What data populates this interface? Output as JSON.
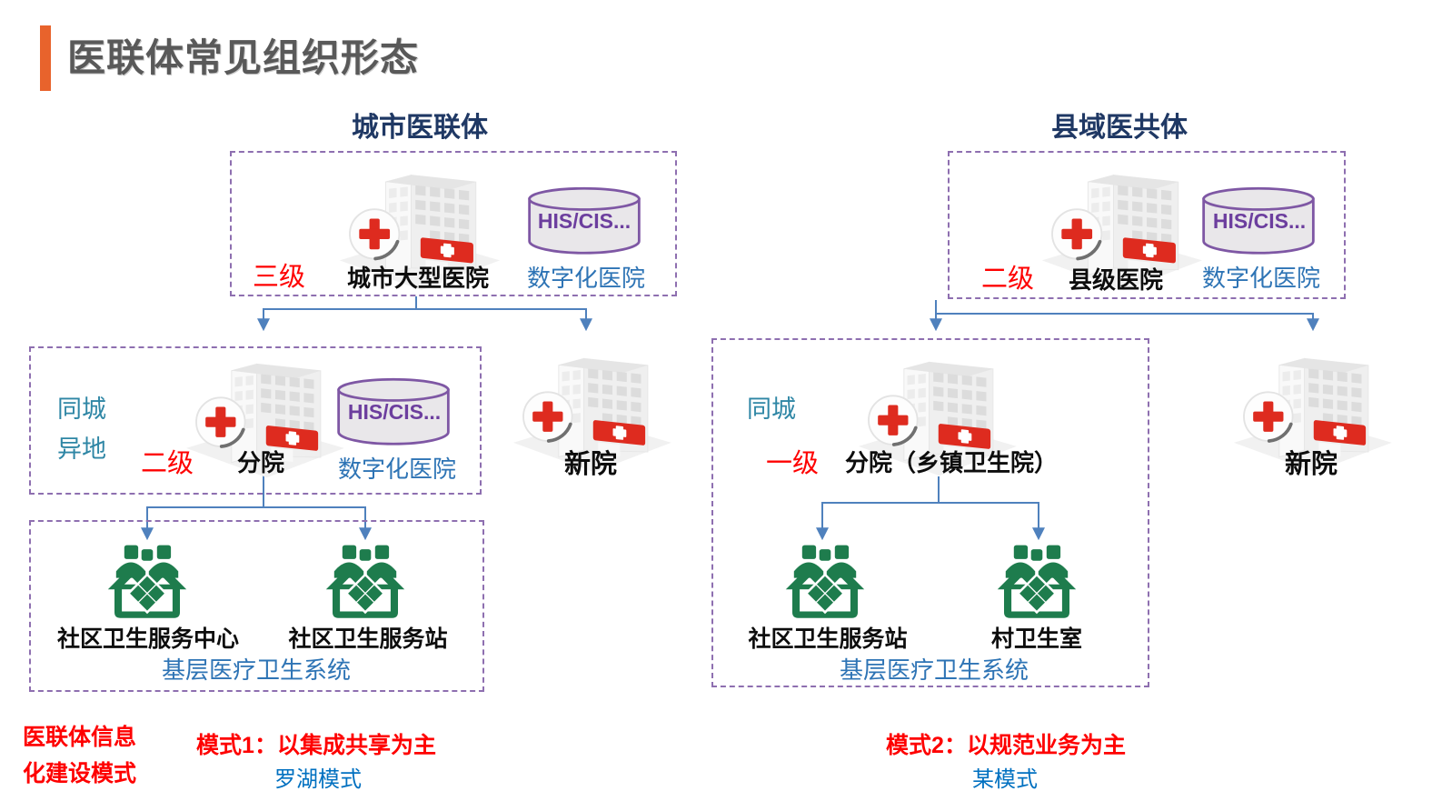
{
  "title": "医联体常见组织形态",
  "left_group": {
    "title": "城市医联体",
    "top_box": {
      "level": "三级",
      "hospital": "城市大型医院",
      "db_text": "HIS/CIS...",
      "db_label": "数字化医院"
    },
    "mid_box": {
      "side_label_1": "同城",
      "side_label_2": "异地",
      "level": "二级",
      "hospital": "分院",
      "db_text": "HIS/CIS...",
      "db_label": "数字化医院"
    },
    "new_hospital": "新院",
    "bottom_box": {
      "item_1": "社区卫生服务中心",
      "item_2": "社区卫生服务站",
      "system_label": "基层医疗卫生系统"
    },
    "mode_title": "模式1：以集成共享为主",
    "mode_subtitle": "罗湖模式"
  },
  "right_group": {
    "title": "县域医共体",
    "top_box": {
      "level": "二级",
      "hospital": "县级医院",
      "db_text": "HIS/CIS...",
      "db_label": "数字化医院"
    },
    "big_box": {
      "side_label_1": "同城",
      "level": "一级",
      "hospital": "分院（乡镇卫生院）",
      "item_1": "社区卫生服务站",
      "item_2": "村卫生室",
      "system_label": "基层医疗卫生系统"
    },
    "new_hospital": "新院",
    "mode_title": "模式2：以规范业务为主",
    "mode_subtitle": "某模式"
  },
  "footer": {
    "label_line_1": "医联体信息",
    "label_line_2": "化建设模式"
  },
  "colors": {
    "accent_orange": "#E8632C",
    "title_gray": "#595959",
    "heading_navy": "#1F3864",
    "level_red": "#FE0000",
    "teal_label": "#2E86A5",
    "blue_label": "#2E74B5",
    "purple_border": "#8E6FB0",
    "purple_database": "#6C3E9E",
    "connector_blue": "#4F81BD",
    "community_green": "#1E7C4D",
    "mode_red": "#FE0000",
    "mode_blue": "#0070C0",
    "hospital_red": "#DE2B1F"
  }
}
